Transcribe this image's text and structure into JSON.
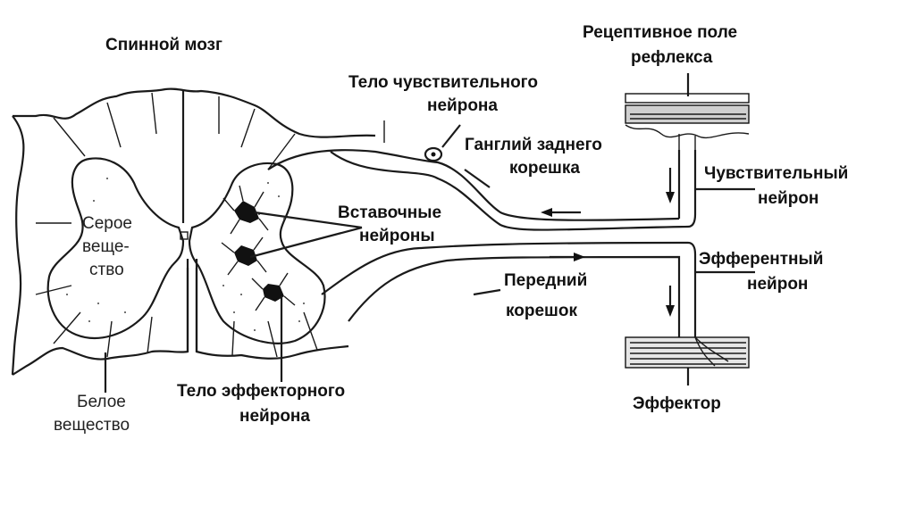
{
  "labels": {
    "spinal_cord": "Спинной мозг",
    "receptive_field_1": "Рецептивное поле",
    "receptive_field_2": "рефлекса",
    "sensory_body_1": "Тело чувствительного",
    "sensory_body_2": "нейрона",
    "ganglion_1": "Ганглий заднего",
    "ganglion_2": "корешка",
    "sensory_neuron_1": "Чувствительный",
    "sensory_neuron_2": "нейрон",
    "gray_matter_1": "Серое",
    "gray_matter_2": "веще-",
    "gray_matter_3": "ство",
    "interneurons_1": "Вставочные",
    "interneurons_2": "нейроны",
    "efferent_neuron_1": "Эфферентный",
    "efferent_neuron_2": "нейрон",
    "anterior_root_1": "Передний",
    "anterior_root_2": "корешок",
    "white_matter_1": "Белое",
    "white_matter_2": "вещество",
    "effector_body_1": "Тело эффекторного",
    "effector_body_2": "нейрона",
    "effector": "Эффектор"
  },
  "colors": {
    "ink": "#1a1a1a",
    "background": "#ffffff"
  }
}
